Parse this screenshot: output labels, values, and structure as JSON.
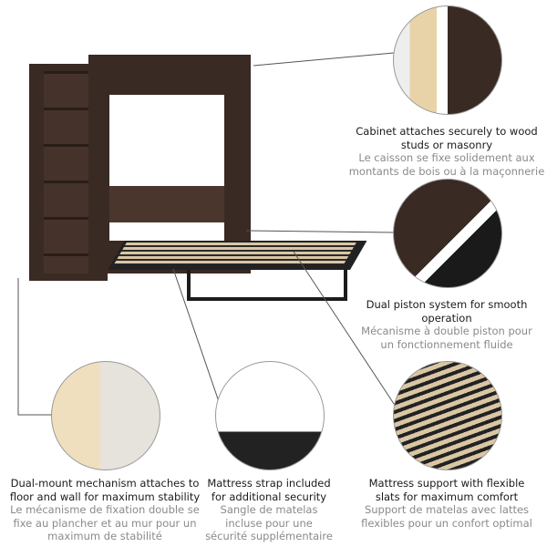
{
  "features": [
    {
      "en": "Cabinet attaches securely to wood studs or masonry",
      "fr": "Le caisson se fixe solidement aux montants de bois ou à la maçonnerie"
    },
    {
      "en": "Dual piston system for smooth operation",
      "fr": "Mécanisme à double piston pour un fonctionnement fluide"
    },
    {
      "en": "Dual-mount mechanism attaches to floor and wall for maximum stability",
      "fr": "Le mécanisme de fixation double se fixe au plancher et au mur pour un maximum de stabilité"
    },
    {
      "en": "Mattress strap included for additional security",
      "fr": "Sangle de matelas incluse pour une sécurité supplémentaire"
    },
    {
      "en": "Mattress support with flexible slats for maximum comfort",
      "fr": "Support de matelas avec lattes flexibles pour un confort optimal"
    }
  ],
  "colors": {
    "wood": "#3a2a24",
    "frame": "#1c1c1c",
    "slats": "#d9c6a4"
  }
}
